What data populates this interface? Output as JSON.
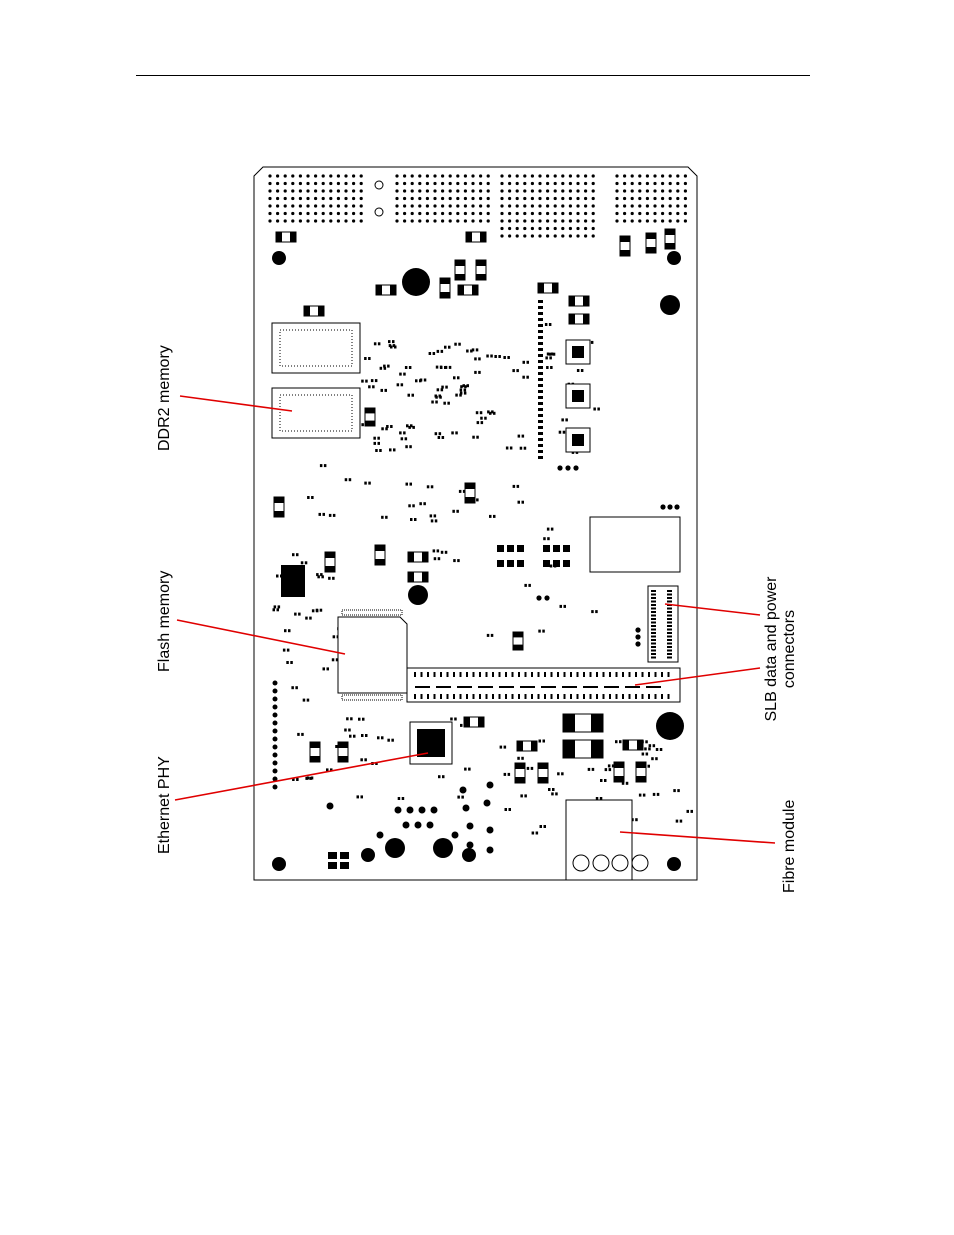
{
  "labels": {
    "ddr2": "DDR2 memory",
    "flash": "Flash memory",
    "phy": "Ethernet PHY",
    "slb_line1": "SLB data and power",
    "slb_line2": "connectors",
    "fibre": "Fibre module"
  },
  "colors": {
    "leader": "#e00000",
    "ink": "#000000",
    "board_outline": "#000000"
  },
  "icons": [
    "pcb-board-outline",
    "ic-chip",
    "resistor-pad",
    "mounting-hole",
    "connector-header"
  ]
}
